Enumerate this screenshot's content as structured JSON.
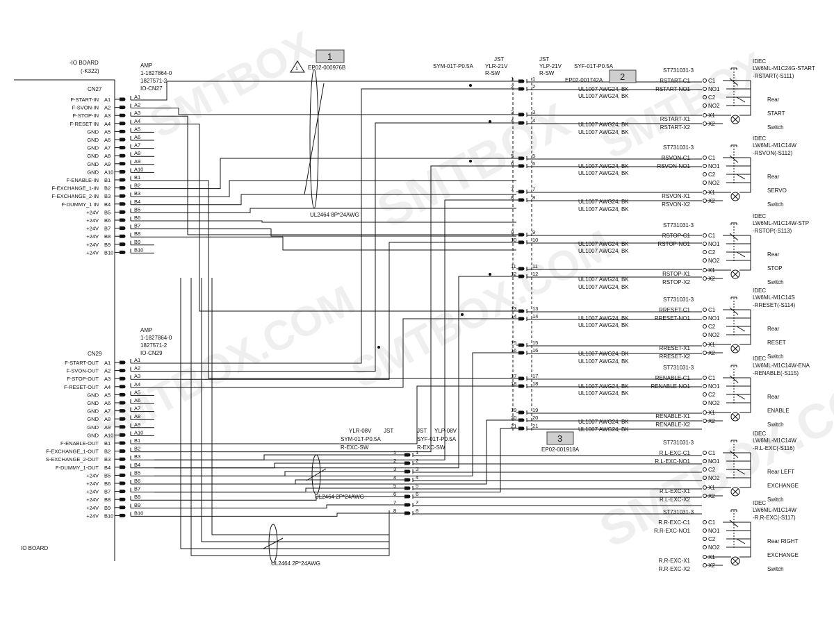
{
  "callouts": {
    "c1": "1",
    "c2": "2",
    "c3": "3"
  },
  "io_board": {
    "top_title": "-IO BOARD",
    "top_code": "(-K322)",
    "bottom_label": "IO BOARD"
  },
  "cn27": {
    "amp": "AMP",
    "part1": "1-1827864-0",
    "part2": "1827571-2",
    "io": "IO-CN27",
    "name": "CN27",
    "pins_a": [
      "A1",
      "A2",
      "A3",
      "A4",
      "A5",
      "A6",
      "A7",
      "A8",
      "A9",
      "A10"
    ],
    "pins_b": [
      "B1",
      "B2",
      "B3",
      "B4",
      "B5",
      "B6",
      "B7",
      "B8",
      "B9",
      "B10"
    ],
    "labels_a": [
      "F-START-IN",
      "F-SVON-IN",
      "F-STOP-IN",
      "F-RESET IN",
      "GND",
      "GND",
      "GND",
      "GND",
      "GND",
      "GND"
    ],
    "labels_b": [
      "F-ENABLE-IN",
      "F-EXCHANGE_1-IN",
      "F-EXCHANGE_2-IN",
      "F-DUMMY_1 IN",
      "+24V",
      "+24V",
      "+24V",
      "+24V",
      "+24V",
      "+24V"
    ]
  },
  "cn29": {
    "amp": "AMP",
    "part1": "1-1827864-0",
    "part2": "1827571-2",
    "io": "IO-CN29",
    "name": "CN29",
    "pins_a": [
      "A1",
      "A2",
      "A3",
      "A4",
      "A5",
      "A6",
      "A7",
      "A8",
      "A9",
      "A10"
    ],
    "pins_b": [
      "B1",
      "B2",
      "B3",
      "B4",
      "B5",
      "B6",
      "B7",
      "B8",
      "B9",
      "B10"
    ],
    "labels_a": [
      "F-START-OUT",
      "F-SVON-OUT",
      "F-STOP-OUT",
      "F-RESET-OUT",
      "GND",
      "GND",
      "GND",
      "GND",
      "GND",
      "GND"
    ],
    "labels_b": [
      "F-ENABLE-OUT",
      "F-EXCHANGE_1-OUT",
      "S-EXCHANGE_2-OUT",
      "F-DUMMY_1-OUT",
      "+24V",
      "+24V",
      "+24V",
      "+24V",
      "+24V",
      "+24V"
    ]
  },
  "cables": {
    "c1_code": "EP02-000976B",
    "c1_warn": "1",
    "c1_type": "UL2464 8P*24AWG",
    "c2_code": "EP02-001742A",
    "c3_code": "EP02-001918A",
    "c3_type_a": "UL2464 2P*24AWG",
    "c3_type_b": "UL2464 2P*24AWG"
  },
  "rsw_conn": {
    "sym": "SYM-01T-P0.5A",
    "jst1": "JST",
    "ylr": "YLR-21V",
    "rsw1": "R-SW",
    "jst2": "JST",
    "ylp": "YLP-21V",
    "rsw2": "R-SW",
    "syf": "SYF-01T-P0.5A",
    "pins": [
      "1",
      "2",
      "3",
      "4",
      "5",
      "6",
      "7",
      "8",
      "9",
      "10",
      "11",
      "12",
      "13",
      "14",
      "15",
      "16",
      "17",
      "18",
      "19",
      "20",
      "21"
    ]
  },
  "exc_conn": {
    "ylr": "YLR-08V",
    "jst_l": "JST",
    "sym": "SYM-01T-P0.5A",
    "rexc_l": "R-EXC-SW",
    "jst_r": "JST",
    "ylp": "YLP-08V",
    "syf": "SYF-01T-P0.5A",
    "rexc_r": "R-EXC-SW",
    "pins": [
      "1",
      "2",
      "3",
      "4",
      "5",
      "6",
      "7",
      "8"
    ]
  },
  "wire_spec": {
    "main": "UL1007 AWG24, BK"
  },
  "contacts": {
    "c1": "C1",
    "no1": "NO1",
    "c2": "C2",
    "no2": "NO2",
    "x1": "X1",
    "x2": "X2"
  },
  "switches": [
    {
      "st": "ST731031-3",
      "idec": "IDEC",
      "model": "LW6ML-M1C24G-START",
      "tag": "-RSTART(-S111)",
      "sig_c1": "RSTART-C1",
      "sig_no1": "RSTART-NO1",
      "sig_x1": "RSTART-X1",
      "sig_x2": "RSTART-X2",
      "loc": "Rear",
      "func": "START",
      "kind": "Switch"
    },
    {
      "st": "ST731031-3",
      "idec": "IDEC",
      "model": "LW6ML-M1C14W",
      "tag": "-RSVON(-S112)",
      "sig_c1": "RSVON-C1",
      "sig_no1": "RSVON-NO1",
      "sig_x1": "RSVON-X1",
      "sig_x2": "RSVON-X2",
      "loc": "Rear",
      "func": "SERVO",
      "kind": "Switch"
    },
    {
      "st": "ST731031-3",
      "idec": "IDEC",
      "model": "LW6ML-M1C14W-STP",
      "tag": "-RSTOP(-S113)",
      "sig_c1": "RSTOP-C1",
      "sig_no1": "RSTOP-NO1",
      "sig_x1": "RSTOP-X1",
      "sig_x2": "RSTOP-X2",
      "loc": "Rear",
      "func": "STOP",
      "kind": "Switch"
    },
    {
      "st": "ST731031-3",
      "idec": "IDEC",
      "model": "LW6ML-M1C14S",
      "tag": "-RRESET(-S114)",
      "sig_c1": "RRESET-C1",
      "sig_no1": "RRESET-NO1",
      "sig_x1": "RRESET-X1",
      "sig_x2": "RRESET-X2",
      "loc": "Rear",
      "func": "RESET",
      "kind": "Switch"
    },
    {
      "st": "ST731031-3",
      "idec": "IDEC",
      "model": "LW6ML-M1C14W-ENA",
      "tag": "-RENABLE(-S115)",
      "sig_c1": "RENABLE-C1",
      "sig_no1": "RENABLE-NO1",
      "sig_x1": "RENABLE-X1",
      "sig_x2": "RENABLE-X2",
      "loc": "Rear",
      "func": "ENABLE",
      "kind": "Switch"
    },
    {
      "st": "ST731031-3",
      "idec": "IDEC",
      "model": "LW6ML-M1C14W",
      "tag": "-R.L-EXC(-S116)",
      "sig_c1": "R.L-EXC-C1",
      "sig_no1": "R.L-EXC-NO1",
      "sig_x1": "R.L-EXC-X1",
      "sig_x2": "R.L-EXC-X2",
      "loc": "Rear LEFT",
      "func": "EXCHANGE",
      "kind": "Switch"
    },
    {
      "st": "ST731031-3",
      "idec": "IDEC",
      "model": "LW6ML-M1C14W",
      "tag": "-R.R-EXC(-S117)",
      "sig_c1": "R.R-EXC-C1",
      "sig_no1": "R.R-EXC-NO1",
      "sig_x1": "R.R-EXC-X1",
      "sig_x2": "R.R-EXC-X2",
      "loc": "Rear RIGHT",
      "func": "EXCHANGE",
      "kind": "Switch"
    }
  ],
  "watermarks": [
    "SMTBOX",
    "SMTBOX",
    "SMTBOX",
    "SMTBOX.COM",
    "SMTBOX.COM",
    "SMTBOX.COM"
  ]
}
